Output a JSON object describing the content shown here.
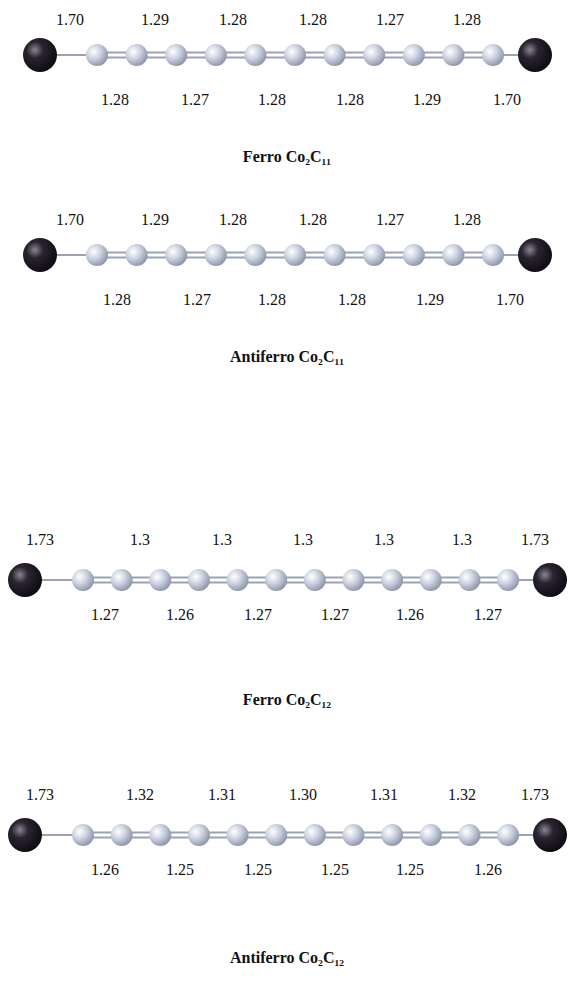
{
  "diagram": {
    "labels": [
      "1.70",
      "1.29",
      "1.28",
      "1.28",
      "1.27",
      "1.28",
      "1.28",
      "1.27",
      "1.28",
      "1.28",
      "1.29",
      "1.70",
      "Ferro Co₂C₁₁",
      "1.70",
      "1.29",
      "1.28",
      "1.28",
      "1.27",
      "1.28",
      "1.28",
      "1.27",
      "1.28",
      "1.28",
      "1.29",
      "1.70",
      "Antiferro Co₂C₁₁",
      "1.73",
      "1.3",
      "1.3",
      "1.3",
      "1.3",
      "1.3",
      "1.73",
      "1.27",
      "1.26",
      "1.27",
      "1.27",
      "1.26",
      "1.27",
      "Ferro Co₂C₁₂",
      "1.73",
      "1.32",
      "1.31",
      "1.30",
      "1.31",
      "1.32",
      "1.73",
      "1.26",
      "1.25",
      "1.25",
      "1.25",
      "1.25",
      "1.26",
      "Antiferro Co₂C₁₂"
    ]
  }
}
